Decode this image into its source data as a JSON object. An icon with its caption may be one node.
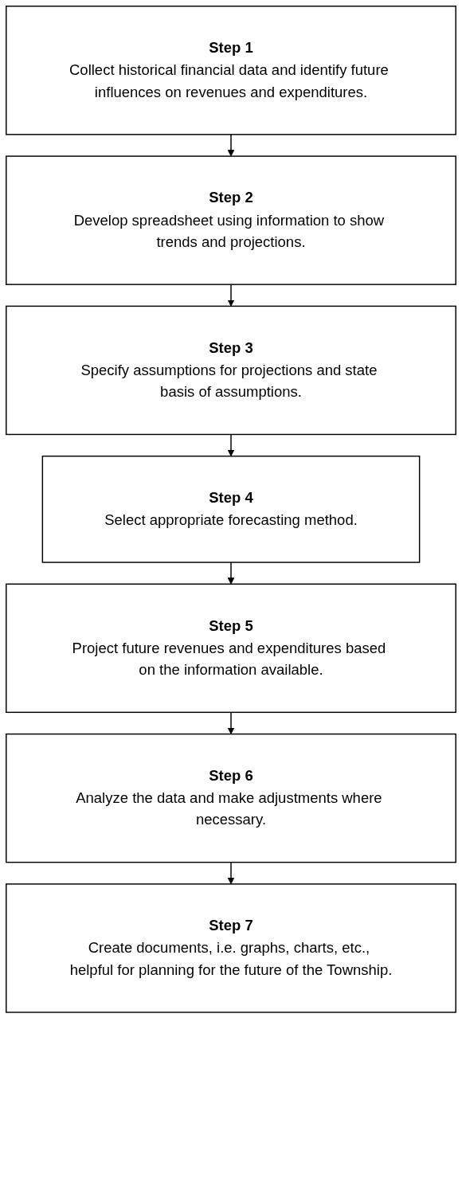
{
  "diagram": {
    "nodes": [
      {
        "text": [
          "Step 1",
          "Collect historical financial data and identify future influences on revenues and expenditures."
        ]
      },
      {
        "text": [
          "Step 2",
          "Develop spreadsheet using information to show trends and projections."
        ]
      },
      {
        "text": [
          "Step 3",
          "Specify assumptions for projections and state basis of assumptions."
        ]
      },
      {
        "text": [
          "Step 4",
          "Select appropriate forecasting method."
        ]
      },
      {
        "text": [
          "Step 5",
          "Project future revenues and expenditures based on the information available."
        ]
      },
      {
        "text": [
          "Step 6",
          "Analyze the data and make adjustments where necessary."
        ]
      },
      {
        "text": [
          "Step 7",
          "Create documents, i.e. graphs, charts, etc., helpful for planning for the future of the Township."
        ]
      }
    ],
    "edges": [
      {
        "from": 0,
        "to": 1,
        "arrow": "to"
      },
      {
        "from": 1,
        "to": 2,
        "arrow": "to"
      },
      {
        "from": 2,
        "to": 3,
        "arrow": "to"
      },
      {
        "from": 3,
        "to": 4,
        "arrow": "to"
      },
      {
        "from": 4,
        "to": 5,
        "arrow": "to"
      },
      {
        "from": 5,
        "to": 6,
        "arrow": "to"
      }
    ]
  }
}
